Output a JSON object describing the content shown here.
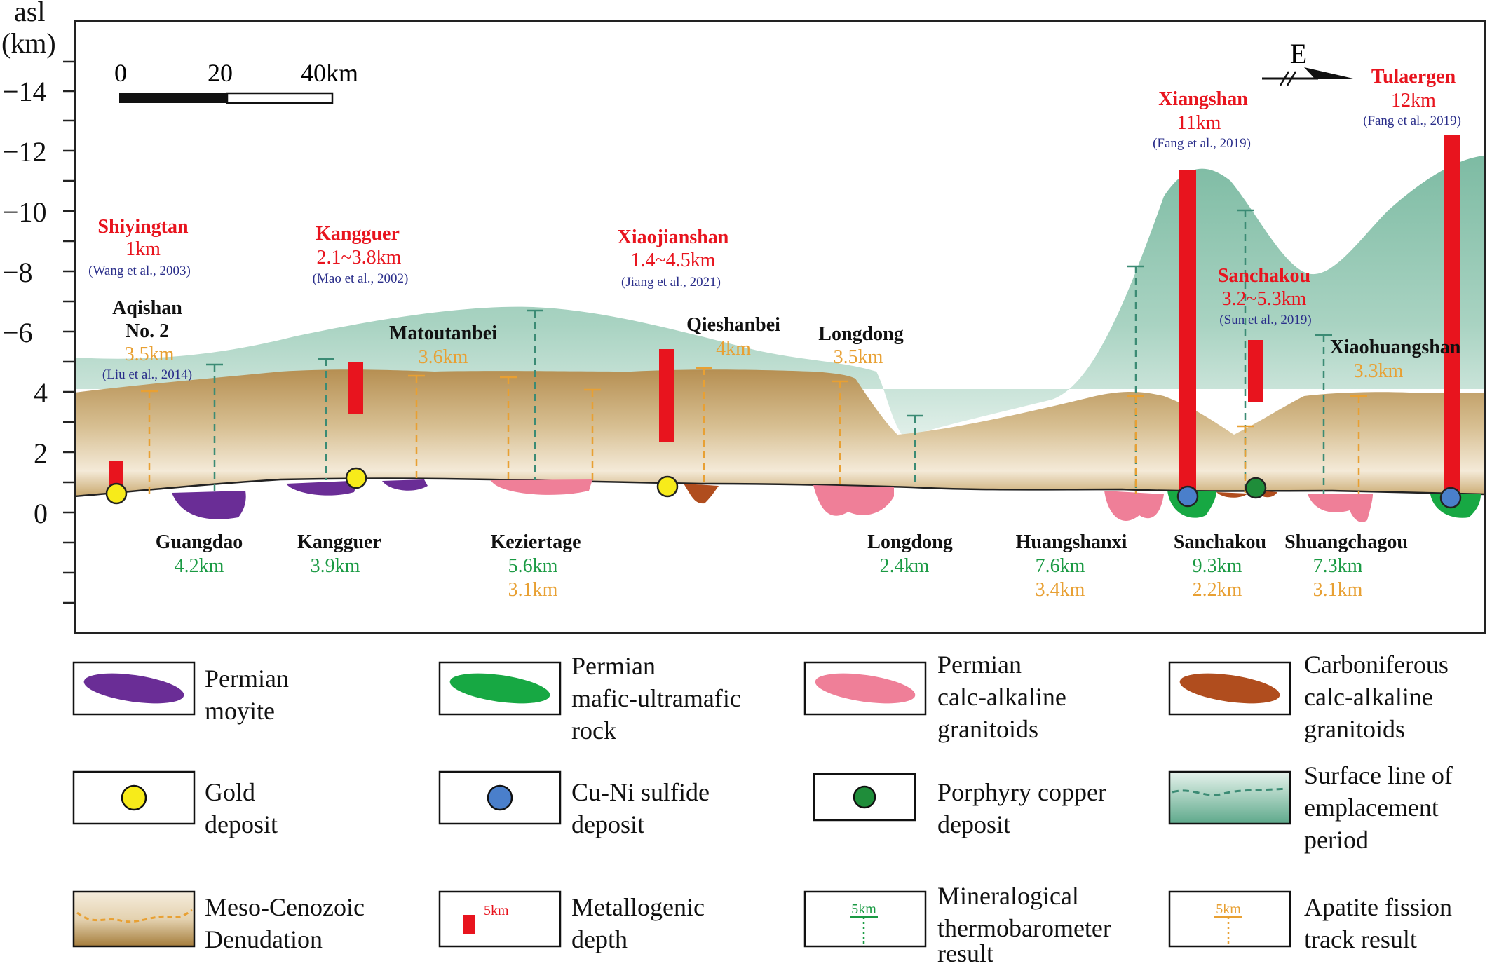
{
  "axis": {
    "title_line1": "asl",
    "title_line2": "(km)",
    "ticks": [
      "−14",
      "−12",
      "−10",
      "−8",
      "−6",
      "4",
      "2",
      "0"
    ]
  },
  "scale_bar": {
    "labels": [
      "0",
      "20",
      "40km"
    ]
  },
  "direction": {
    "label": "E"
  },
  "metallogenic_sites": [
    {
      "name": "Shiyingtan",
      "depth": "1km",
      "ref": "(Wang et al., 2003)"
    },
    {
      "name": "Kangguer",
      "depth": "2.1~3.8km",
      "ref": "(Mao et al., 2002)"
    },
    {
      "name": "Xiaojianshan",
      "depth": "1.4~4.5km",
      "ref": "(Jiang et al., 2021)"
    },
    {
      "name": "Xiangshan",
      "depth": "11km",
      "ref": "(Fang et al., 2019)"
    },
    {
      "name": "Tulaergen",
      "depth": "12km",
      "ref": "(Fang et al., 2019)"
    },
    {
      "name": "Sanchakou",
      "depth": "3.2~5.3km",
      "ref": "(Sun et al., 2019)"
    }
  ],
  "aft_sites": [
    {
      "name": "Aqishan No. 2",
      "line1": "Aqishan",
      "line2": "No. 2",
      "depth": "3.5km",
      "ref": "(Liu et al., 2014)"
    },
    {
      "name": "Matoutanbei",
      "depth": "3.6km"
    },
    {
      "name": "Qieshanbei",
      "depth": "4km"
    },
    {
      "name": "Longdong",
      "depth": "3.5km"
    },
    {
      "name": "Xiaohuangshan",
      "depth": "3.3km"
    }
  ],
  "lower_sites": [
    {
      "name": "Guangdao",
      "thermo": "4.2km",
      "aft": ""
    },
    {
      "name": "Kangguer",
      "thermo": "3.9km",
      "aft": ""
    },
    {
      "name": "Keziertage",
      "thermo": "5.6km",
      "aft": "3.1km"
    },
    {
      "name": "Longdong",
      "thermo": "2.4km",
      "aft": ""
    },
    {
      "name": "Huangshanxi",
      "thermo": "7.6km",
      "aft": "3.4km"
    },
    {
      "name": "Sanchakou",
      "thermo": "9.3km",
      "aft": "2.2km"
    },
    {
      "name": "Shuangchagou",
      "thermo": "7.3km",
      "aft": "3.1km"
    }
  ],
  "legend": [
    {
      "lines": [
        "Permian",
        "moyite"
      ]
    },
    {
      "lines": [
        "Permian",
        "mafic-ultramafic",
        "rock"
      ]
    },
    {
      "lines": [
        "Permian",
        "calc-alkaline",
        "granitoids"
      ]
    },
    {
      "lines": [
        "Carboniferous",
        "calc-alkaline",
        "granitoids"
      ]
    },
    {
      "lines": [
        "Gold",
        "deposit"
      ]
    },
    {
      "lines": [
        "Cu-Ni sulfide",
        "deposit"
      ]
    },
    {
      "lines": [
        "Porphyry copper",
        "deposit"
      ]
    },
    {
      "lines": [
        "Surface line of",
        "emplacement",
        "period"
      ]
    },
    {
      "lines": [
        "Meso-Cenozoic",
        "Denudation"
      ]
    },
    {
      "lines": [
        "Metallogenic",
        "depth"
      ]
    },
    {
      "lines": [
        "Mineralogical",
        "thermobarometer",
        "result"
      ]
    },
    {
      "lines": [
        "Apatite fission",
        "track result"
      ]
    }
  ],
  "legend_icon_labels": {
    "metallogenic": "5km",
    "thermo": "5km",
    "aft": "5km"
  },
  "colors": {
    "red": "#e8141e",
    "orange": "#e8a033",
    "green": "#1a9a43",
    "navy": "#2a2e8a",
    "teal": "#3b8b74",
    "moyite": "#6a2d96",
    "mafic": "#17a843",
    "calc_pink": "#ef7f98",
    "carb": "#b04d1e",
    "gold": "#f7eb1a",
    "cuni": "#4a7fcb",
    "porphyry": "#1f8d3a"
  }
}
